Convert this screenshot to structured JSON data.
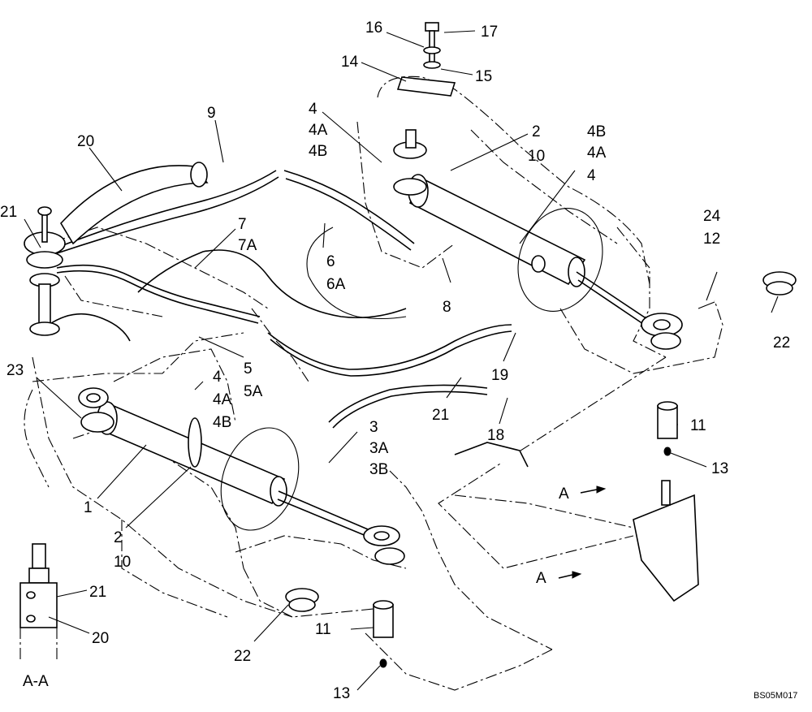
{
  "drawing_code": "BS05M017",
  "section_label": "A-A",
  "view_arrow_label": "A",
  "callouts": {
    "c1": "1",
    "c2": "2",
    "c2b": "2",
    "c3": "3",
    "c3A": "3A",
    "c3B": "3B",
    "c4a": "4",
    "c4Aa": "4A",
    "c4Ba": "4B",
    "c4b": "4",
    "c4Ab": "4A",
    "c4Bb": "4B",
    "c4c": "4",
    "c4Ac": "4A",
    "c4Bc": "4B",
    "c5": "5",
    "c5A": "5A",
    "c6": "6",
    "c6A": "6A",
    "c7": "7",
    "c7A": "7A",
    "c8": "8",
    "c9": "9",
    "c10a": "10",
    "c10b": "10",
    "c11a": "11",
    "c11b": "11",
    "c12": "12",
    "c13a": "13",
    "c13b": "13",
    "c14": "14",
    "c15": "15",
    "c16": "16",
    "c17": "17",
    "c18": "18",
    "c19": "19",
    "c20a": "20",
    "c20b": "20",
    "c21a": "21",
    "c21b": "21",
    "c21c": "21",
    "c22a": "22",
    "c22b": "22",
    "c23": "23",
    "c24": "24"
  }
}
